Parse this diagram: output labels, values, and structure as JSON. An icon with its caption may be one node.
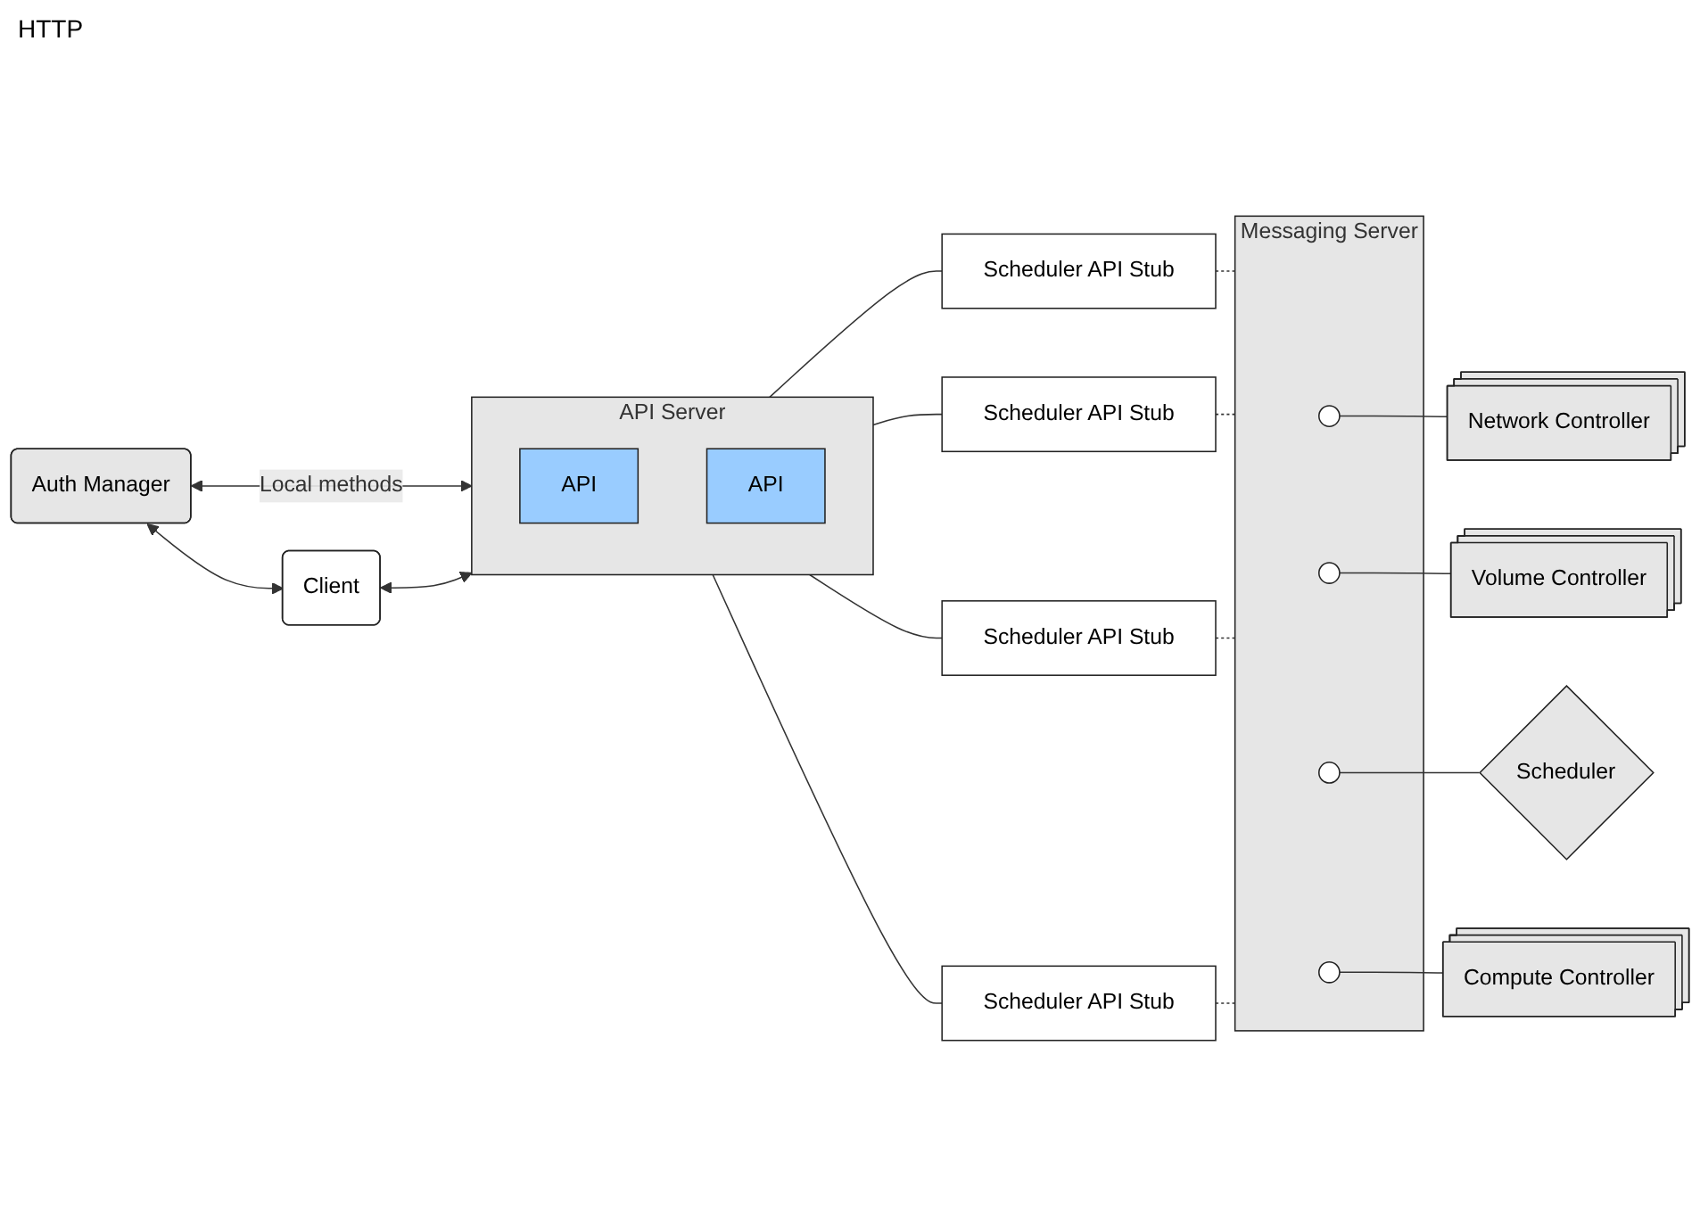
{
  "diagram": {
    "nodes": [
      {
        "text": [
          "Auth Manager"
        ]
      },
      {
        "text": [
          "Client"
        ]
      },
      {
        "text": [
          "API Server"
        ]
      },
      {
        "text": [
          "API"
        ],
        "in": 2
      },
      {
        "text": [
          "API"
        ],
        "in": 2
      },
      {
        "text": [
          "Scheduler API Stub"
        ]
      },
      {
        "text": [
          "Scheduler API Stub"
        ]
      },
      {
        "text": [
          "Scheduler API Stub"
        ]
      },
      {
        "text": [
          "Scheduler API Stub"
        ]
      },
      {
        "text": [
          "Messaging Server"
        ]
      },
      {
        "text": [],
        "shape": "ellipse",
        "in": 9
      },
      {
        "text": [],
        "shape": "ellipse",
        "in": 9
      },
      {
        "text": [],
        "shape": "ellipse",
        "in": 9
      },
      {
        "text": [],
        "shape": "ellipse",
        "in": 9
      },
      {
        "text": [
          "Network Controller"
        ]
      },
      {
        "text": [
          "Volume Controller"
        ]
      },
      {
        "text": [
          "Scheduler"
        ]
      },
      {
        "text": [
          "Compute Controller"
        ]
      }
    ],
    "edges": [
      {
        "from": 0,
        "to": 1,
        "arrow": "both"
      },
      {
        "from": 0,
        "to": 2,
        "arrow": "both",
        "label": "Local methods"
      },
      {
        "from": 1,
        "to": 2,
        "arrow": "both"
      },
      {
        "from": 2,
        "to": 5,
        "arrow": "none"
      },
      {
        "from": 2,
        "to": 6,
        "arrow": "none"
      },
      {
        "from": 2,
        "to": 7,
        "arrow": "none"
      },
      {
        "from": 2,
        "to": 8,
        "arrow": "none"
      },
      {
        "from": 5,
        "to": 9,
        "arrow": "none",
        "style": "dashed"
      },
      {
        "from": 6,
        "to": 9,
        "arrow": "none",
        "style": "dashed"
      },
      {
        "from": 7,
        "to": 9,
        "arrow": "none",
        "style": "dashed"
      },
      {
        "from": 8,
        "to": 9,
        "arrow": "none",
        "style": "dashed"
      },
      {
        "from": 10,
        "to": 14,
        "arrow": "none"
      },
      {
        "from": 11,
        "to": 15,
        "arrow": "none"
      },
      {
        "from": 12,
        "to": 16,
        "arrow": "none"
      },
      {
        "from": 13,
        "to": 17,
        "arrow": "none"
      }
    ],
    "labels": [
      "HTTP"
    ]
  }
}
